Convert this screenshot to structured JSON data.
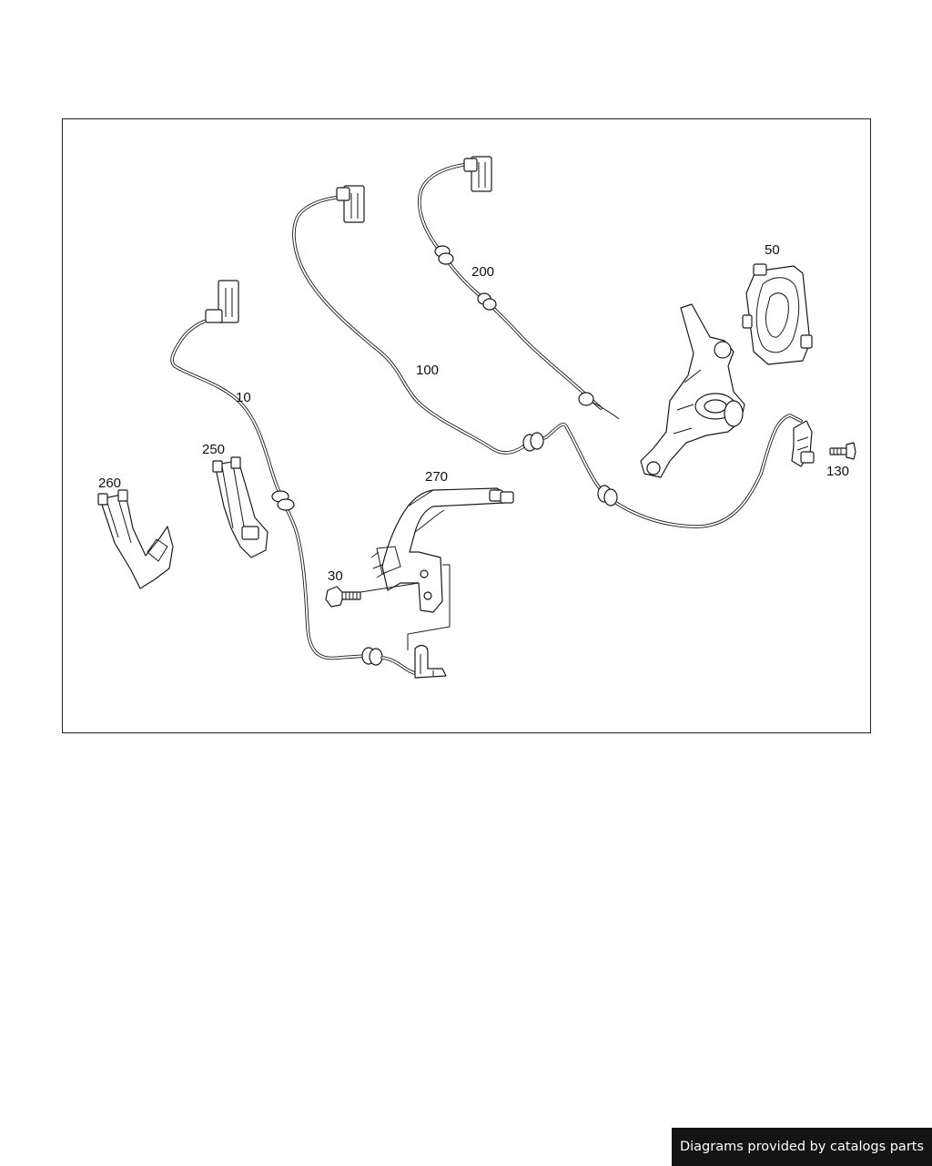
{
  "callouts": {
    "c10": "10",
    "c30": "30",
    "c50": "50",
    "c100": "100",
    "c130": "130",
    "c200": "200",
    "c250": "250",
    "c260": "260",
    "c270": "270"
  },
  "footer": {
    "text": "Diagrams provided by catalogs parts"
  }
}
